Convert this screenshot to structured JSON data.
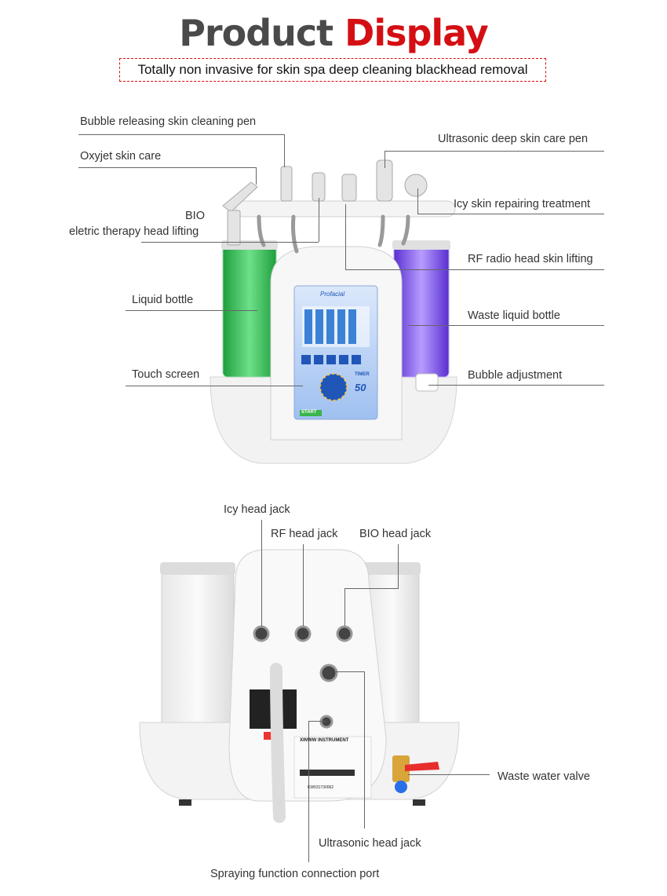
{
  "title": {
    "part1": "Product",
    "part2": "Display"
  },
  "subtitle": "Totally non invasive for skin spa deep cleaning blackhead removal",
  "front_labels": {
    "bubble_pen": "Bubble releasing skin cleaning pen",
    "oxyjet": "Oxyjet skin care",
    "bio": "BIO",
    "bio_sub": "eletric therapy head lifting",
    "liquid_bottle": "Liquid bottle",
    "touch_screen": "Touch screen",
    "ultrasonic_pen": "Ultrasonic deep skin care pen",
    "icy": "Icy skin repairing treatment",
    "rf": "RF radio head skin lifting",
    "waste_bottle": "Waste liquid bottle",
    "bubble_adj": "Bubble adjustment"
  },
  "screen": {
    "brand": "Profacial",
    "timer_label": "TIMER",
    "timer_value": "50",
    "start": "START"
  },
  "back_labels": {
    "icy_jack": "Icy head jack",
    "rf_jack": "RF head jack",
    "bio_jack": "BIO head jack",
    "waste_valve": "Waste water valve",
    "ultrasonic_jack": "Ultrasonic head jack",
    "spraying_port": "Spraying function connection port"
  },
  "back_plate": {
    "maker": "XINWW INSTRUMENT",
    "code": "KW031730062"
  },
  "colors": {
    "accent_red": "#d40f14",
    "title_dark": "#4a4a4a",
    "green_bottle": "#35c25a",
    "purple_bottle": "#7a4fe8",
    "screen_blue": "#1f56b8"
  }
}
